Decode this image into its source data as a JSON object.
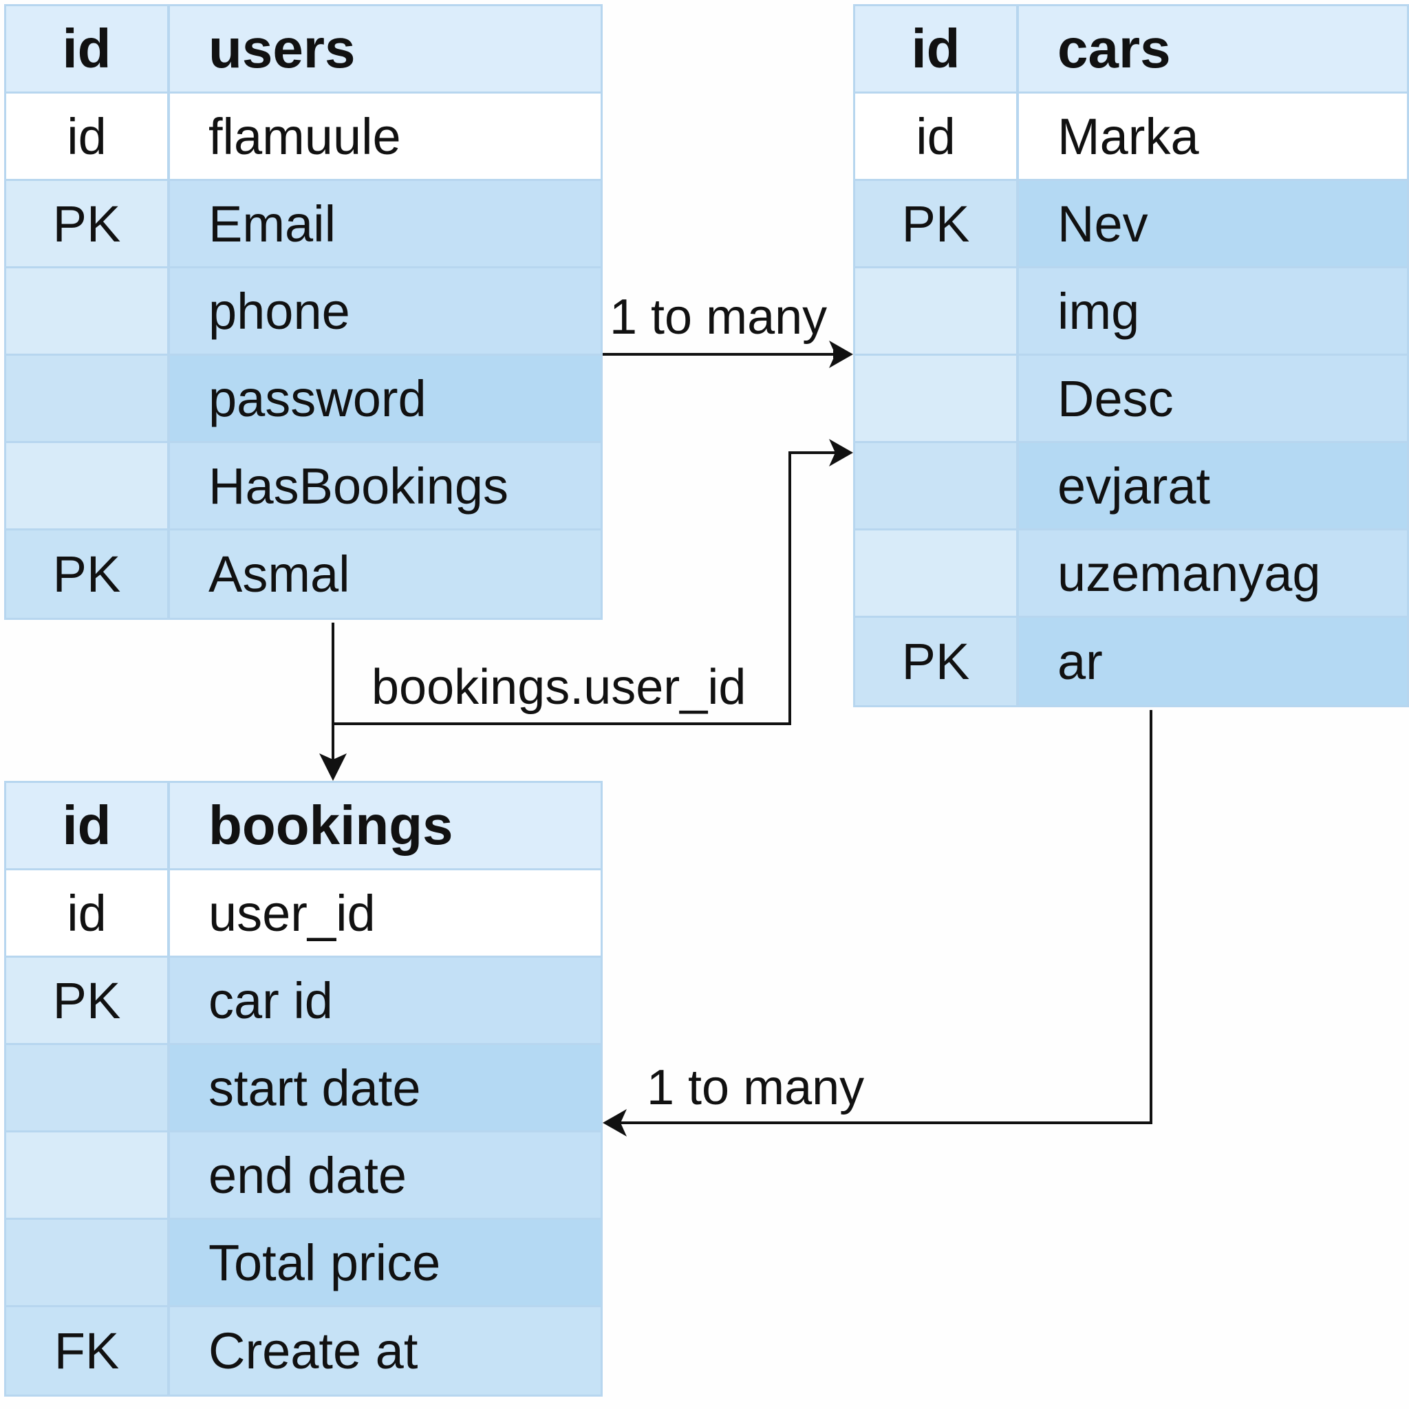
{
  "tables": {
    "users": {
      "header": {
        "key": "id",
        "name": "users"
      },
      "rows": [
        {
          "key": "id",
          "field": "flamuule"
        },
        {
          "key": "PK",
          "field": "Email"
        },
        {
          "key": "",
          "field": "phone"
        },
        {
          "key": "",
          "field": "password"
        },
        {
          "key": "",
          "field": "HasBookings"
        },
        {
          "key": "PK",
          "field": "Asmal"
        }
      ]
    },
    "cars": {
      "header": {
        "key": "id",
        "name": "cars"
      },
      "rows": [
        {
          "key": "id",
          "field": "Marka"
        },
        {
          "key": "PK",
          "field": "Nev"
        },
        {
          "key": "",
          "field": "img"
        },
        {
          "key": "",
          "field": "Desc"
        },
        {
          "key": "",
          "field": "evjarat"
        },
        {
          "key": "",
          "field": "uzemanyag"
        },
        {
          "key": "PK",
          "field": "ar"
        }
      ]
    },
    "bookings": {
      "header": {
        "key": "id",
        "name": "bookings"
      },
      "rows": [
        {
          "key": "id",
          "field": "user_id"
        },
        {
          "key": "PK",
          "field": "car id"
        },
        {
          "key": "",
          "field": "start date"
        },
        {
          "key": "",
          "field": "end date"
        },
        {
          "key": "",
          "field": "Total price"
        },
        {
          "key": "FK",
          "field": "Create at"
        }
      ]
    }
  },
  "relationships": {
    "users_to_cars": {
      "label": "1 to many"
    },
    "users_to_bookings": {
      "label": "bookings.user_id"
    },
    "cars_to_bookings": {
      "label": "1 to many"
    }
  },
  "colors": {
    "border": "#b7d6ef",
    "header_fill": "#dcedfb",
    "row_fill": "#c6e2f6",
    "line": "#111111"
  }
}
